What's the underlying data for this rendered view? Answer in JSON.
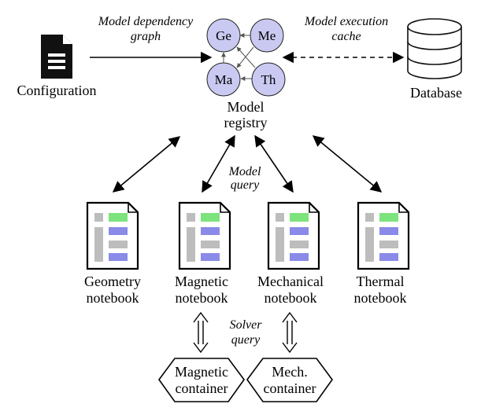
{
  "configuration": {
    "label": "Configuration"
  },
  "database": {
    "label": "Database"
  },
  "registry": {
    "label_line1": "Model",
    "label_line2": "registry",
    "nodes": {
      "ge": "Ge",
      "me": "Me",
      "ma": "Ma",
      "th": "Th"
    },
    "node_fill": "#c9c9f2"
  },
  "annotations": {
    "dependency_line1": "Model dependency",
    "dependency_line2": "graph",
    "execution_line1": "Model execution",
    "execution_line2": "cache",
    "model_query_line1": "Model",
    "model_query_line2": "query",
    "solver_query_line1": "Solver",
    "solver_query_line2": "query"
  },
  "notebooks": [
    {
      "line1": "Geometry",
      "line2": "notebook"
    },
    {
      "line1": "Magnetic",
      "line2": "notebook"
    },
    {
      "line1": "Mechanical",
      "line2": "notebook"
    },
    {
      "line1": "Thermal",
      "line2": "notebook"
    }
  ],
  "containers": [
    {
      "line1": "Magnetic",
      "line2": "container"
    },
    {
      "line1": "Mech.",
      "line2": "container"
    }
  ],
  "colors": {
    "notebook_green": "#7de37d",
    "notebook_blue": "#8a8ae8",
    "notebook_gray": "#bdbdbd"
  }
}
